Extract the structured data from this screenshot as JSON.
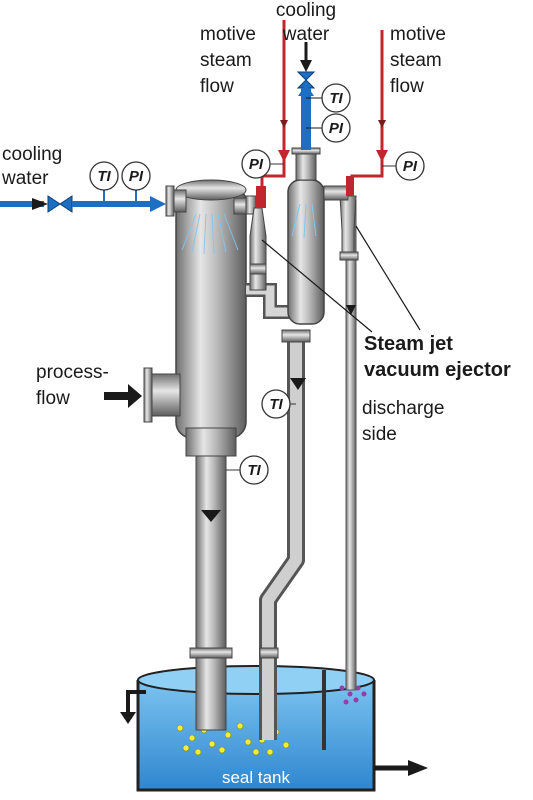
{
  "labels": {
    "cooling_water_left": [
      "cooling",
      "water"
    ],
    "cooling_water_top": [
      "cooling",
      "water"
    ],
    "motive_steam_left": [
      "motive",
      "steam",
      "flow"
    ],
    "motive_steam_right": [
      "motive",
      "steam",
      "flow"
    ],
    "ejector": [
      "Steam jet",
      "vacuum ejector"
    ],
    "process_flow": [
      "process-",
      "flow"
    ],
    "discharge": [
      "discharge",
      "side"
    ],
    "seal_tank": "seal tank"
  },
  "instruments": {
    "ti": "TI",
    "pi": "PI"
  },
  "colors": {
    "cooling_water": "#1d6fc4",
    "steam": "#c0262b",
    "tank_water": "#5aaee6",
    "metal": "#9a9a9a",
    "arrow": "#1a1a1a"
  }
}
